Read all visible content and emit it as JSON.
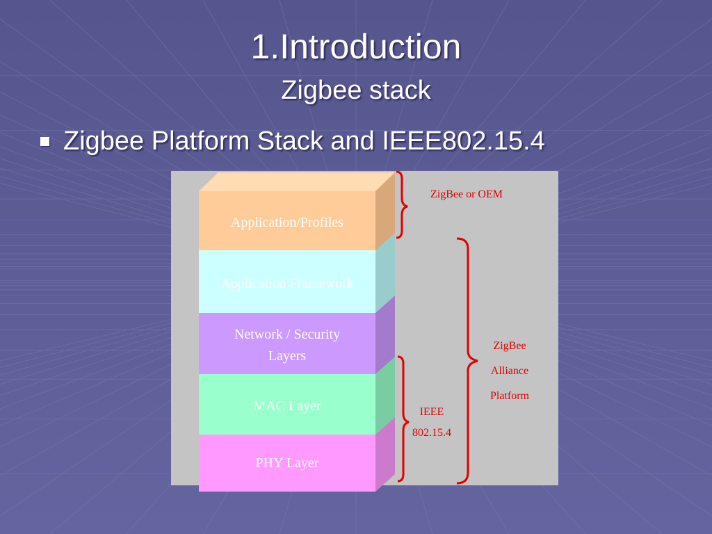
{
  "title": "1.Introduction",
  "subtitle": "Zigbee stack",
  "bullet": "Zigbee Platform Stack and IEEE802.15.4",
  "layers": [
    {
      "label": "Application/Profiles",
      "front": "#ffcc99",
      "side": "#d9a87a",
      "top": "#ffdcb2",
      "text_color": "#ffffff"
    },
    {
      "label": "Application Framework",
      "front": "#ccffff",
      "side": "#99cccc",
      "top": "#dcffff",
      "text_color": "#ffffff"
    },
    {
      "label": "Network / Security",
      "label_line2": "Layers",
      "front": "#cc99ff",
      "side": "#a37acc",
      "top": "#d9b2ff",
      "text_color": "#ffffff"
    },
    {
      "label": "MAC Layer",
      "front": "#99ffcc",
      "side": "#7acca3",
      "top": "#b2ffdc",
      "text_color": "#ffffff"
    },
    {
      "label": "PHY Layer",
      "front": "#ff99ff",
      "side": "#cc7acc",
      "top": "#ffb2ff",
      "text_color": "#ffffff"
    }
  ],
  "braces": {
    "zigbee_oem": "ZigBee or OEM",
    "alliance": [
      "ZigBee",
      "Alliance",
      "Platform"
    ],
    "ieee": [
      "IEEE",
      "802.15.4"
    ]
  },
  "colors": {
    "background": "#5a5b92",
    "panel": "#c4c4c4",
    "annotation": "#e00000"
  }
}
